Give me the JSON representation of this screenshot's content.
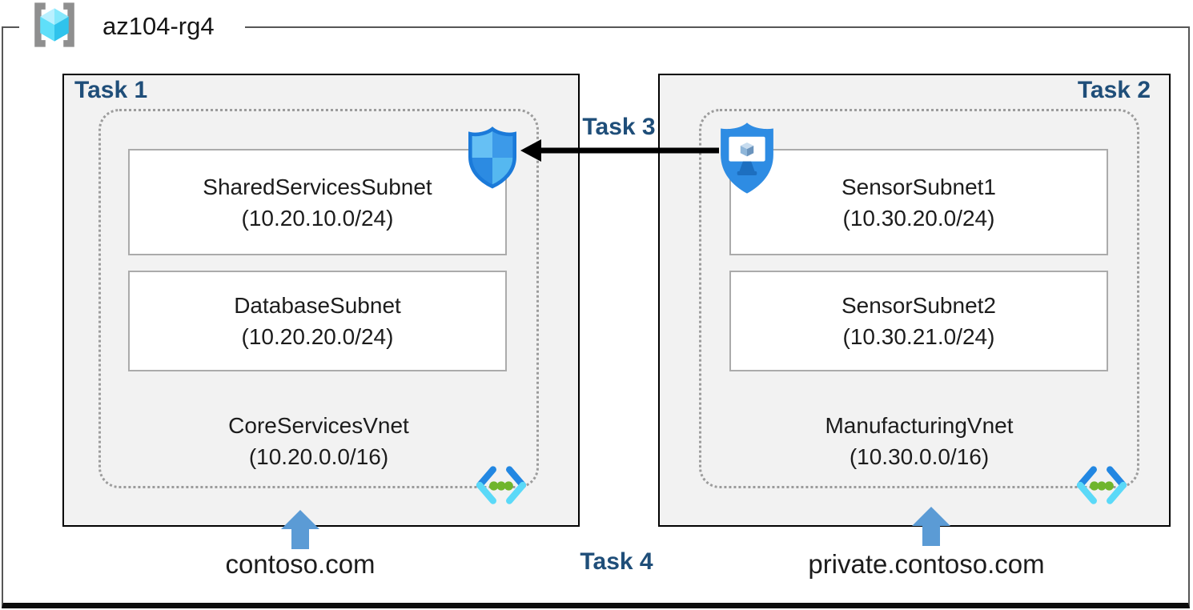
{
  "resource_group": {
    "name": "az104-rg4",
    "icon": "resource-group-icon"
  },
  "tasks": {
    "task1": "Task 1",
    "task2": "Task 2",
    "task3": "Task 3",
    "task4": "Task 4"
  },
  "vnets": [
    {
      "name": "CoreServicesVnet",
      "cidr": "(10.20.0.0/16)",
      "dns_label": "contoso.com",
      "subnets": [
        {
          "name": "SharedServicesSubnet",
          "cidr": "(10.20.10.0/24)"
        },
        {
          "name": "DatabaseSubnet",
          "cidr": "(10.20.20.0/24)"
        }
      ]
    },
    {
      "name": "ManufacturingVnet",
      "cidr": "(10.30.0.0/16)",
      "dns_label": "private.contoso.com",
      "subnets": [
        {
          "name": "SensorSubnet1",
          "cidr": "(10.30.20.0/24)"
        },
        {
          "name": "SensorSubnet2",
          "cidr": "(10.30.21.0/24)"
        }
      ]
    }
  ],
  "icons": {
    "nsg": "network-security-group-shield-icon",
    "bastion": "bastion-shield-icon",
    "vnet": "virtual-network-icon",
    "dns_arrow": "blue-up-arrow",
    "peering_arrow": "black-left-arrow"
  },
  "colors": {
    "task_label": "#1F4E79",
    "box_background": "#F2F2F2",
    "box_border": "#000000",
    "dashed_border": "#9C9C9C",
    "blue_arrow": "#5B9BD5",
    "black_arrow": "#000000",
    "shield_border": "#1B7AD9",
    "vnet_icon_blue": "#2287E2",
    "vnet_icon_cyan": "#5BD9F8",
    "vnet_icon_green": "#6FB52C",
    "cube_cyan": "#50E6FF"
  }
}
